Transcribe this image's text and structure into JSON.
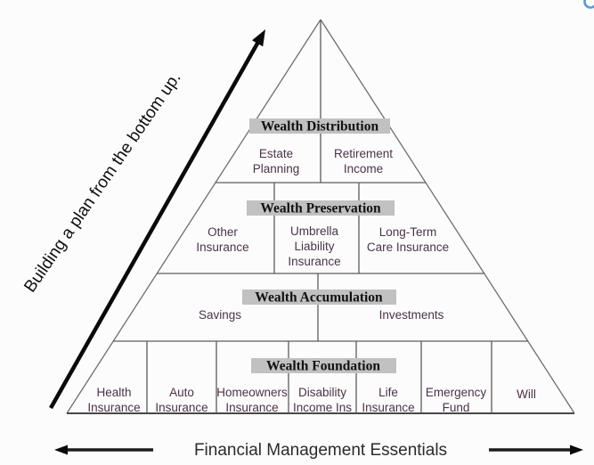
{
  "side_label": {
    "text": "Building a plan from the bottom up."
  },
  "bottom_label": {
    "text": "Financial Management Essentials"
  },
  "icons": {
    "up_right_arrow": "diagonal-arrow-bottom-left-to-top-right",
    "left_arrow": "horizontal-arrow-pointing-left",
    "right_arrow": "horizontal-arrow-pointing-right",
    "corner_arc": "partial-blue-circle-top-right"
  },
  "colors": {
    "background": "#fcfcfc",
    "header_bar_bg": "#c1c1c1",
    "header_text": "#111111",
    "cell_text": "#4a3448",
    "pyramid_lines": "#5c5c5c",
    "arrows": "#0a0a0a",
    "corner_arc_blue": "#5b97dd"
  },
  "pyramid": {
    "levels": [
      {
        "header": "Wealth Distribution",
        "cells": [
          {
            "lines": [
              "Estate",
              "Planning"
            ]
          },
          {
            "lines": [
              "Retirement",
              "Income"
            ]
          }
        ]
      },
      {
        "header": "Wealth Preservation",
        "cells": [
          {
            "lines": [
              "Other",
              "Insurance"
            ]
          },
          {
            "lines": [
              "Umbrella",
              "Liability",
              "Insurance"
            ]
          },
          {
            "lines": [
              "Long-Term",
              "Care Insurance"
            ]
          }
        ]
      },
      {
        "header": "Wealth Accumulation",
        "cells": [
          {
            "lines": [
              "Savings"
            ]
          },
          {
            "lines": [
              "Investments"
            ]
          }
        ]
      },
      {
        "header": "Wealth Foundation",
        "cells": [
          {
            "lines": [
              "Health",
              "Insurance"
            ]
          },
          {
            "lines": [
              "Auto",
              "Insurance"
            ]
          },
          {
            "lines": [
              "Homeowners",
              "Insurance"
            ]
          },
          {
            "lines": [
              "Disability",
              "Income Ins"
            ]
          },
          {
            "lines": [
              "Life",
              "Insurance"
            ]
          },
          {
            "lines": [
              "Emergency",
              "Fund"
            ]
          },
          {
            "lines": [
              "Will"
            ]
          }
        ]
      }
    ]
  }
}
